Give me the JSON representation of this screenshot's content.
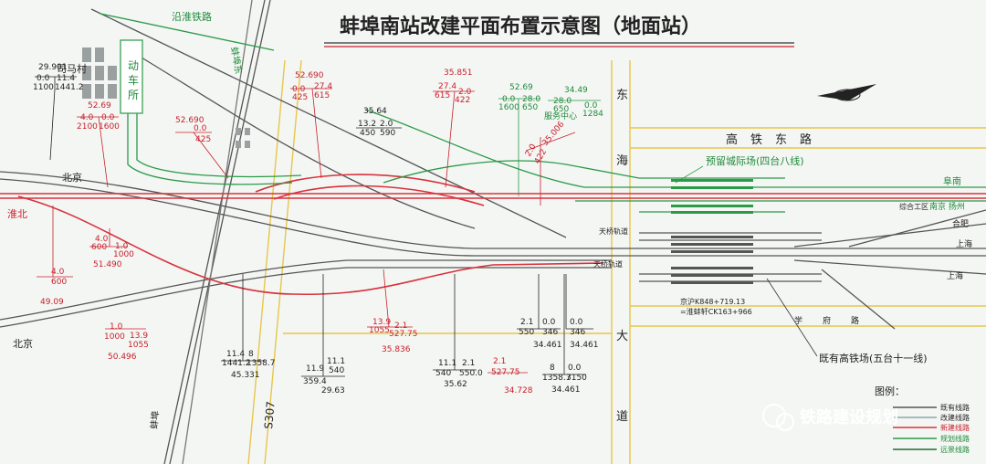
{
  "title": "蚌埠南站改建平面布置示意图（地面站）",
  "labels": {
    "yanhuai": "沿淮铁路",
    "bengbudong": "蚌埠东",
    "village": "司马村",
    "depot": [
      "动",
      "车",
      "所"
    ],
    "beijing_top": "北京",
    "huaibei": "淮北",
    "beijing_bottom": "北京",
    "bengbu": "蚌埠",
    "s307": "S307",
    "donghai": [
      "东",
      "海",
      "大",
      "道"
    ],
    "gaotie_east": "高铁东路",
    "xuefu": "学府路",
    "interurban_yard": "预留城际场(四台八线)",
    "fuyang": "阜南",
    "comprehensive": "综合工区",
    "nanjing_yangzhou": "南京 扬州",
    "hefei": "合肥",
    "shanghai": "上海",
    "existing_yard": "既有高铁场(五台十一线)",
    "mileage_jing": "京沪K848+719.13",
    "mileage_hening": "=淮蚌轩CK163+966",
    "small_blue_1": "天桥轨道",
    "small_blue_2": "天桥轨道",
    "service_center": "服务中心"
  },
  "anno": {
    "k1": [
      "29.901",
      "0.0",
      "11.4",
      "1100",
      "1441.2"
    ],
    "k2": [
      "35.64",
      "13.2",
      "2.0",
      "450",
      "590"
    ],
    "k3": [
      "11.4",
      "8",
      "1441.2",
      "1358.7",
      "45.331"
    ],
    "k4": [
      "11.9",
      "11.1",
      "359.4",
      "540",
      "29.63"
    ],
    "k5": [
      "11.1",
      "2.1",
      "540",
      "550.0",
      "35.62"
    ],
    "k6": [
      "2.1",
      "0.0",
      "550",
      "346",
      "34.461"
    ],
    "k7": [
      "0.0",
      "346",
      "34.461"
    ],
    "k8": [
      "8",
      "0.0",
      "1358.7",
      "3150",
      "34.461"
    ],
    "r1": [
      "52.69",
      "4.0",
      "0.0",
      "2100",
      "1600"
    ],
    "r2": [
      "52.690",
      "0.0",
      "425"
    ],
    "r3": [
      "52.690",
      "0.0",
      "27.4",
      "425",
      "615"
    ],
    "r4": [
      "35.851",
      "27.4",
      "2.0",
      "615",
      "422"
    ],
    "r5": [
      "35.006",
      "2.0",
      "422"
    ],
    "r6": [
      "4.0",
      "600",
      "1.0",
      "1000",
      "51.490"
    ],
    "r7": [
      "4.0",
      "600",
      "49.09"
    ],
    "r8": [
      "1.0",
      "13.9",
      "1000",
      "1055",
      "50.496"
    ],
    "r9": [
      "13.9",
      "2.1",
      "1055",
      "527.75",
      "35.836"
    ],
    "r10": [
      "2.1",
      "527.75",
      "34.728"
    ],
    "g1": [
      "52.69",
      "0.0",
      "28.0",
      "1600",
      "650"
    ],
    "g2": [
      "34.49",
      "28.0",
      "0.0",
      "650",
      "1284"
    ]
  },
  "legend": {
    "title": "图例：",
    "items": [
      {
        "label": "既有线路"
      },
      {
        "label": "改建线路"
      },
      {
        "label": "新建线路"
      },
      {
        "label": "规划线路"
      },
      {
        "label": "远景线路"
      }
    ]
  },
  "watermark": "铁路建设规划",
  "colors": {
    "existing": "#555555",
    "new": "#d8323c",
    "planned": "#2a9a48",
    "road": "#e7c64a",
    "background": "#f4f6f4"
  }
}
